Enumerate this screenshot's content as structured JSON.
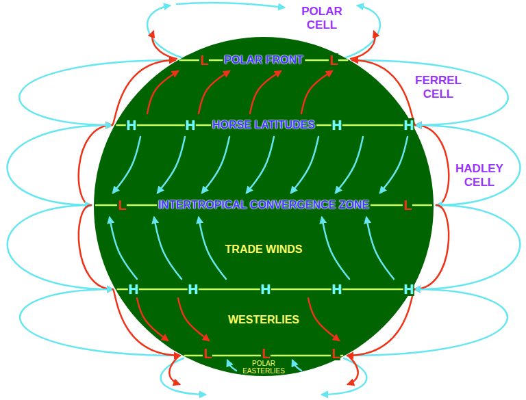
{
  "diagram": {
    "labels": [
      "POLAR CELL",
      "FERREL CELL",
      "L",
      "POLAR FRONT",
      "L",
      "H",
      "H",
      "HORSE LATITUDES",
      "H",
      "H",
      "HADLEY CELL",
      "L",
      "INTERTROPICAL CONVERGENCE ZONE",
      "L",
      "TRADE WINDS",
      "H",
      "H",
      "H",
      "H",
      "H",
      "WESTERLIES",
      "L",
      "L",
      "L",
      "POLAR EASTERLIES"
    ]
  }
}
